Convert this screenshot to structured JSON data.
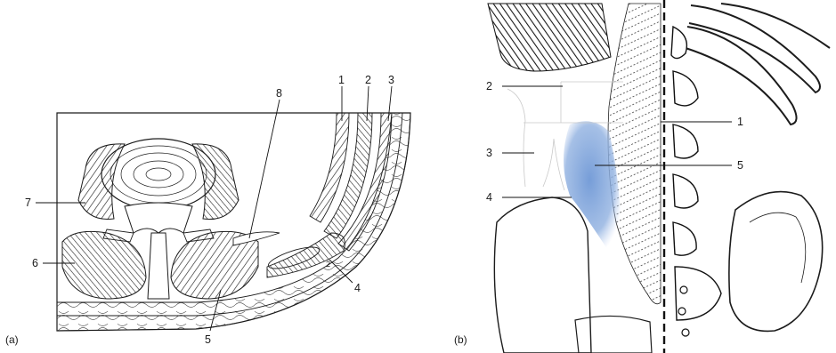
{
  "panel_a": {
    "caption": "(a)",
    "labels": {
      "l1": "1",
      "l2": "2",
      "l3": "3",
      "l4": "4",
      "l5": "5",
      "l6": "6",
      "l7": "7",
      "l8": "8"
    },
    "inner_mark": "2"
  },
  "panel_b": {
    "caption": "(b)",
    "labels": {
      "l1": "1",
      "l2": "2",
      "l3": "3",
      "l4": "4",
      "l5": "5"
    },
    "highlight_color": "#7fa6dc"
  }
}
